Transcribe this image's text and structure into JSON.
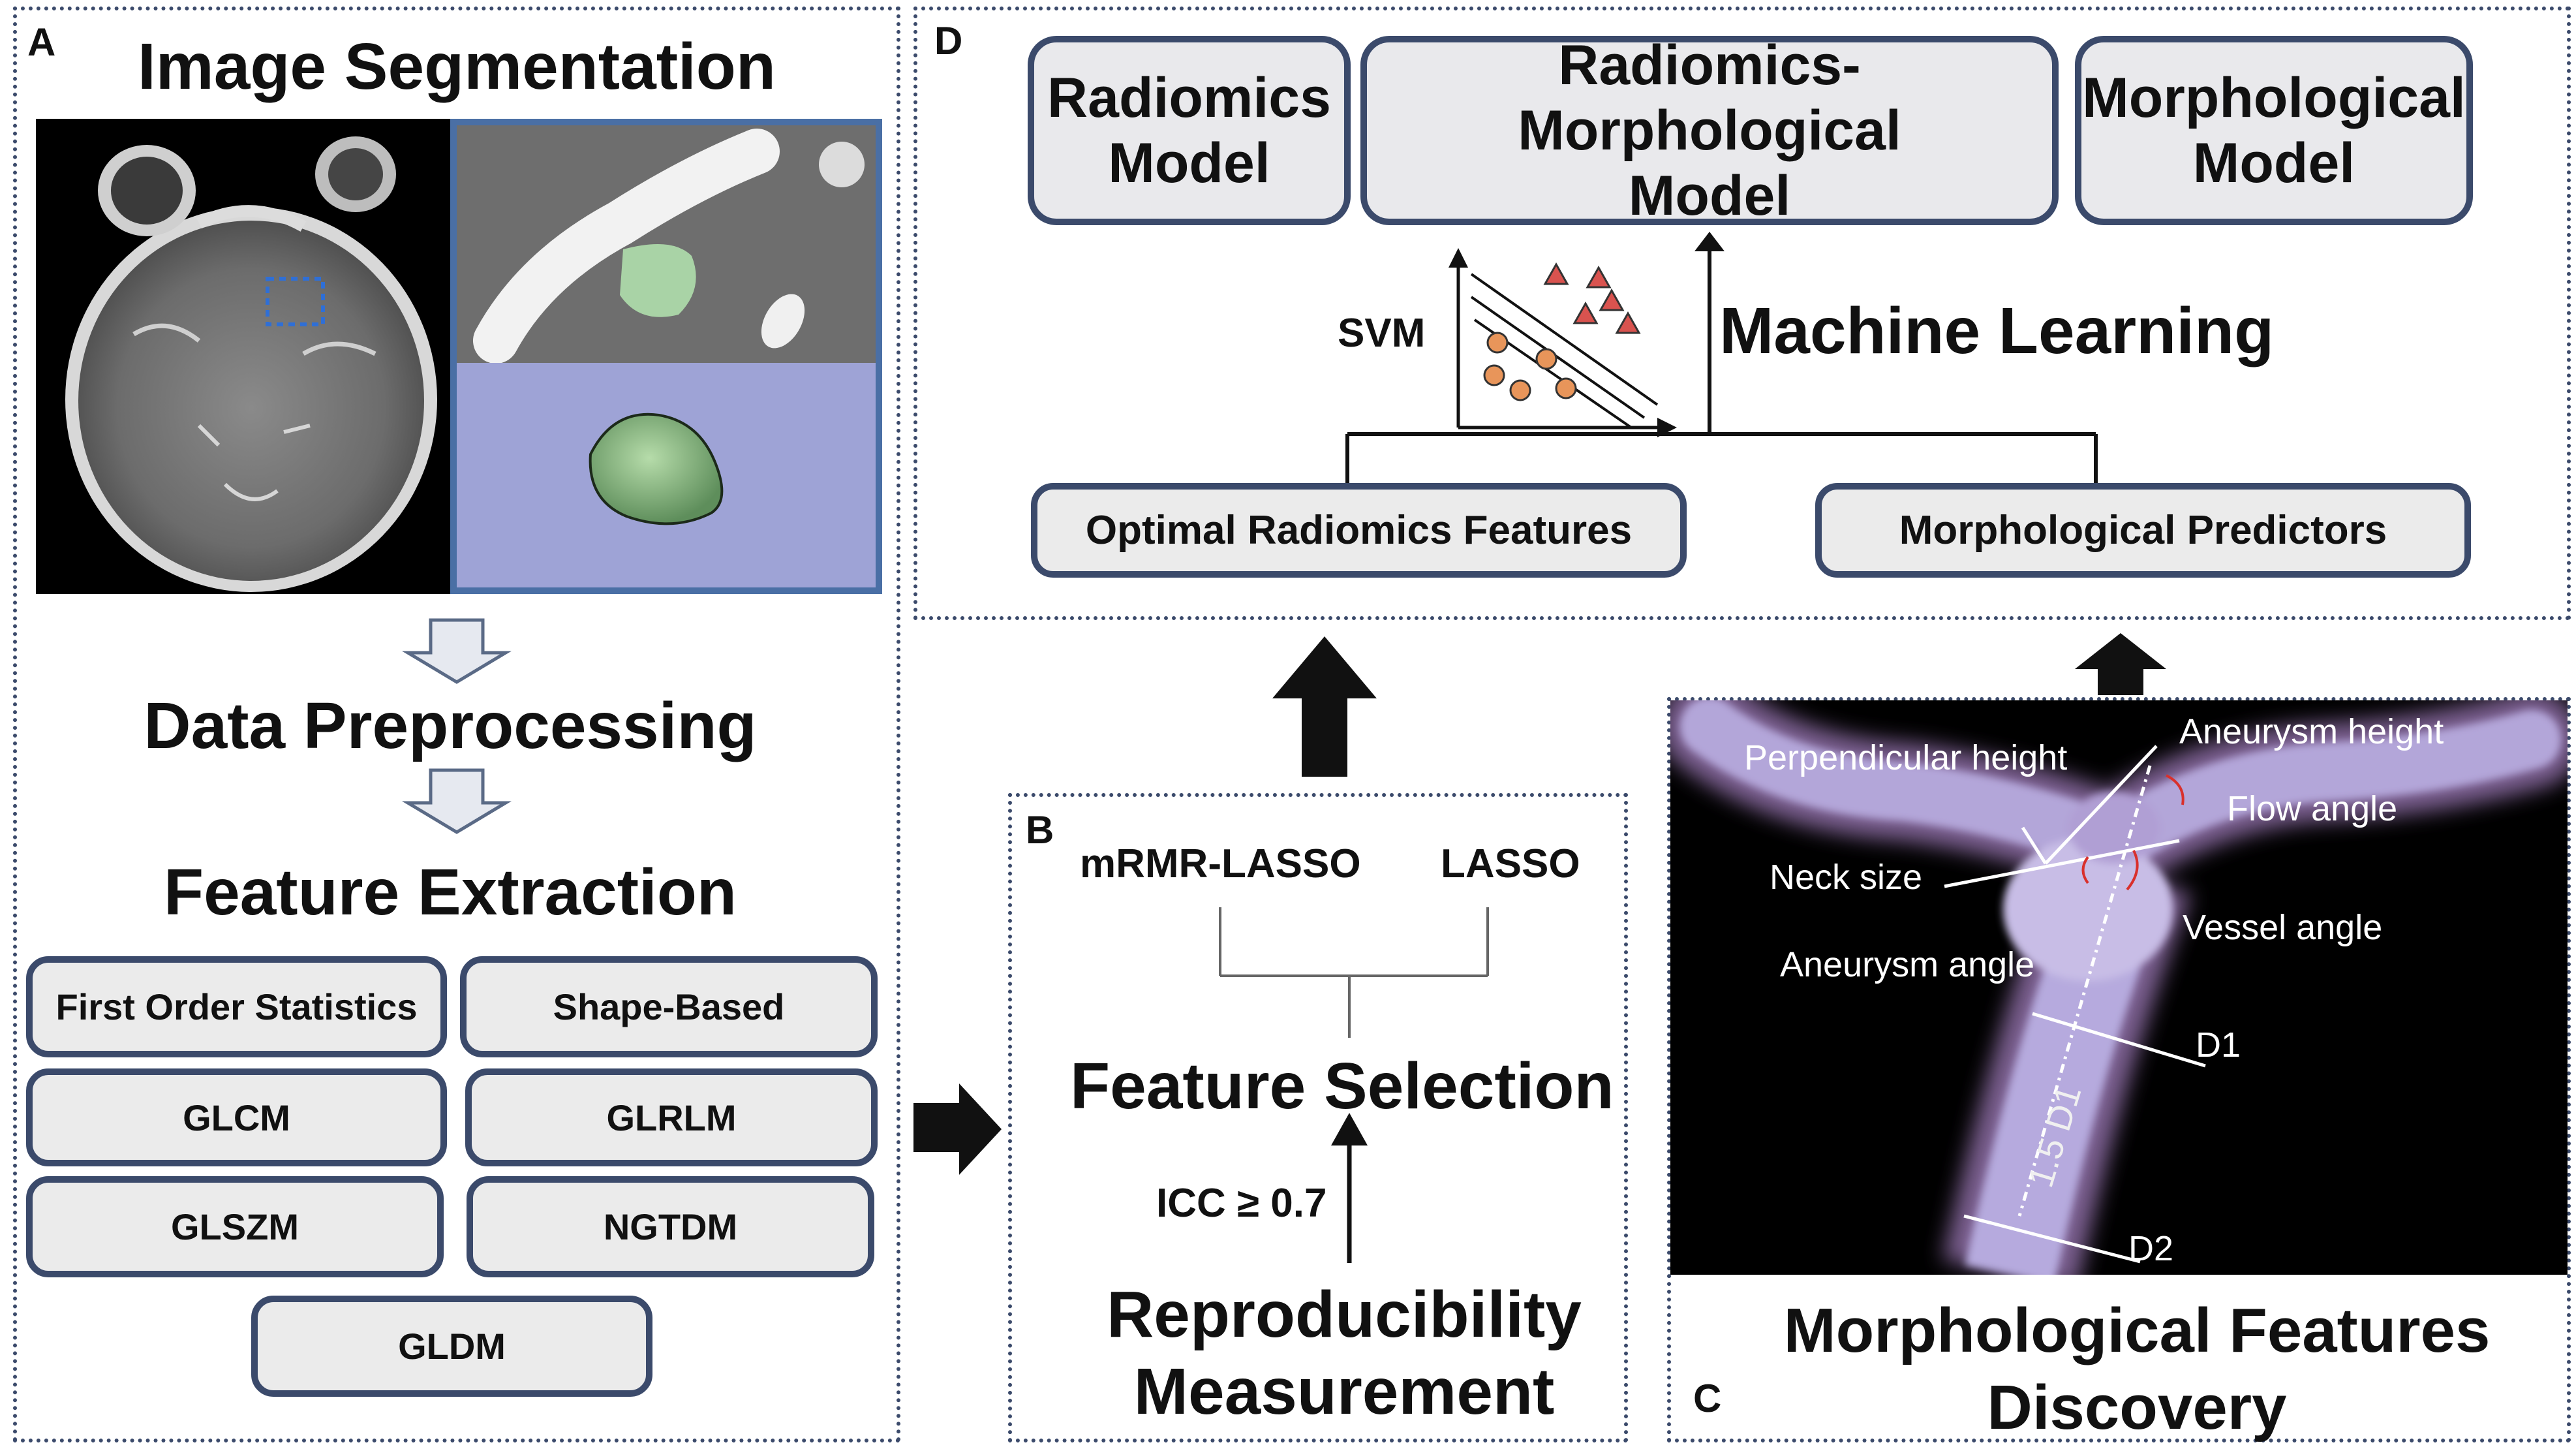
{
  "panel_a": {
    "letter": "A",
    "title": "Image Segmentation",
    "step2": "Data Preprocessing",
    "step3": "Feature Extraction",
    "features": [
      "First Order Statistics",
      "Shape-Based",
      "GLCM",
      "GLRLM",
      "GLSZM",
      "NGTDM",
      "GLDM"
    ]
  },
  "panel_b": {
    "letter": "B",
    "method1": "mRMR-LASSO",
    "method2": "LASSO",
    "title": "Feature Selection",
    "icc": "ICC ≥ 0.7",
    "bottom_title": "Reproducibility\nMeasurement"
  },
  "panel_c": {
    "letter": "C",
    "title": "Morphological Features\nDiscovery",
    "labels": {
      "aneurysm_height": "Aneurysm height",
      "perpendicular_height": "Perpendicular  height",
      "flow_angle": "Flow angle",
      "neck_size": "Neck size",
      "vessel_angle": "Vessel angle",
      "aneurysm_angle": "Aneurysm angle",
      "d1": "D1",
      "d2": "D2",
      "d15": "1.5 D1"
    }
  },
  "panel_d": {
    "letter": "D",
    "models": [
      "Radiomics\nModel",
      "Radiomics-Morphological\nModel",
      "Morphological\nModel"
    ],
    "svm": "SVM",
    "ml": "Machine Learning",
    "input1": "Optimal Radiomics Features",
    "input2": "Morphological Predictors"
  },
  "colors": {
    "border": "#3b4a6b",
    "box_fill": "#ebebeb",
    "segmentation_green": "#a9d3a6",
    "render_bg": "#9ea3d6",
    "triangle": "#d9534f",
    "circle": "#e8955a"
  }
}
